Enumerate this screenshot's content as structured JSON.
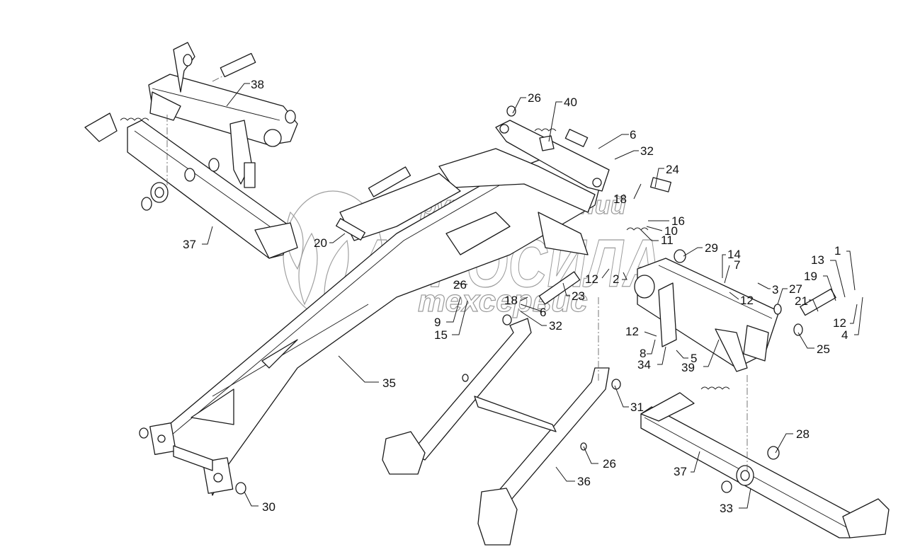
{
  "diagram": {
    "type": "exploded-parts-diagram",
    "watermark": {
      "line1": "группа компаний",
      "line2": "АГРОСИЛА",
      "line3": "техсервис",
      "color": "#9a9a9a"
    },
    "callouts": [
      {
        "id": "c38",
        "label": "38"
      },
      {
        "id": "c26a",
        "label": "26"
      },
      {
        "id": "c40",
        "label": "40"
      },
      {
        "id": "c6a",
        "label": "6"
      },
      {
        "id": "c32a",
        "label": "32"
      },
      {
        "id": "c24",
        "label": "24"
      },
      {
        "id": "c18a",
        "label": "18"
      },
      {
        "id": "c16",
        "label": "16"
      },
      {
        "id": "c10",
        "label": "10"
      },
      {
        "id": "c11",
        "label": "11"
      },
      {
        "id": "c29",
        "label": "29"
      },
      {
        "id": "c14",
        "label": "14"
      },
      {
        "id": "c7",
        "label": "7"
      },
      {
        "id": "c1",
        "label": "1"
      },
      {
        "id": "c13",
        "label": "13"
      },
      {
        "id": "c19",
        "label": "19"
      },
      {
        "id": "c3",
        "label": "3"
      },
      {
        "id": "c27",
        "label": "27"
      },
      {
        "id": "c12a",
        "label": "12"
      },
      {
        "id": "c21",
        "label": "21"
      },
      {
        "id": "c12b",
        "label": "12"
      },
      {
        "id": "c4",
        "label": "4"
      },
      {
        "id": "c25",
        "label": "25"
      },
      {
        "id": "c12c",
        "label": "12"
      },
      {
        "id": "c2",
        "label": "2"
      },
      {
        "id": "c20",
        "label": "20"
      },
      {
        "id": "c37a",
        "label": "37"
      },
      {
        "id": "c26b",
        "label": "26"
      },
      {
        "id": "c23",
        "label": "23"
      },
      {
        "id": "c18b",
        "label": "18"
      },
      {
        "id": "c6b",
        "label": "6"
      },
      {
        "id": "c9",
        "label": "9"
      },
      {
        "id": "c15",
        "label": "15"
      },
      {
        "id": "c32b",
        "label": "32"
      },
      {
        "id": "c12d",
        "label": "12"
      },
      {
        "id": "c8",
        "label": "8"
      },
      {
        "id": "c34",
        "label": "34"
      },
      {
        "id": "c5",
        "label": "5"
      },
      {
        "id": "c39",
        "label": "39"
      },
      {
        "id": "c35",
        "label": "35"
      },
      {
        "id": "c31",
        "label": "31"
      },
      {
        "id": "c26c",
        "label": "26"
      },
      {
        "id": "c36",
        "label": "36"
      },
      {
        "id": "c28",
        "label": "28"
      },
      {
        "id": "c37b",
        "label": "37"
      },
      {
        "id": "c33",
        "label": "33"
      },
      {
        "id": "c30",
        "label": "30"
      }
    ]
  }
}
